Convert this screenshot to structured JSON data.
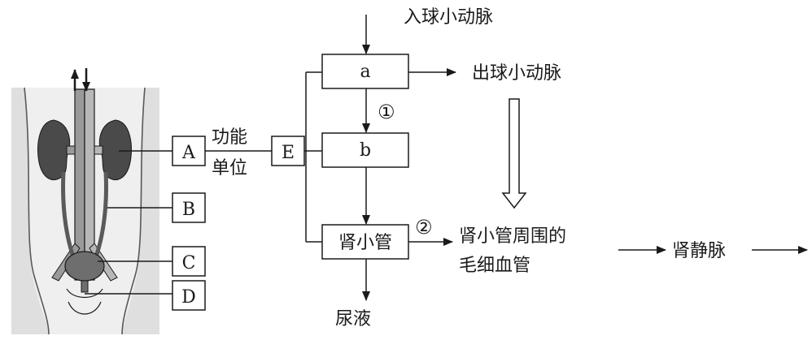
{
  "labels": {
    "afferent_arteriole": "入球小动脉",
    "efferent_arteriole": "出球小动脉",
    "functional_unit_line1": "功能",
    "functional_unit_line2": "单位",
    "renal_tubule": "肾小管",
    "capillaries_line1": "肾小管周围的",
    "capillaries_line2": "毛细血管",
    "renal_vein": "肾静脉",
    "urine": "尿液"
  },
  "boxes": {
    "A": "A",
    "B": "B",
    "C": "C",
    "D": "D",
    "E": "E",
    "a": "a",
    "b": "b"
  },
  "process_markers": {
    "one": "①",
    "two": "②"
  },
  "colors": {
    "line": "#1a1a1a",
    "organ_fill": "#4a4a4a",
    "vessel_fill": "#9a9a9a",
    "body_fill": "#d9d9d9",
    "bladder_fill": "#6e6e6e"
  },
  "icons": {
    "hollow_arrow": "hollow-down-arrow",
    "flow_arrow": "arrow"
  }
}
